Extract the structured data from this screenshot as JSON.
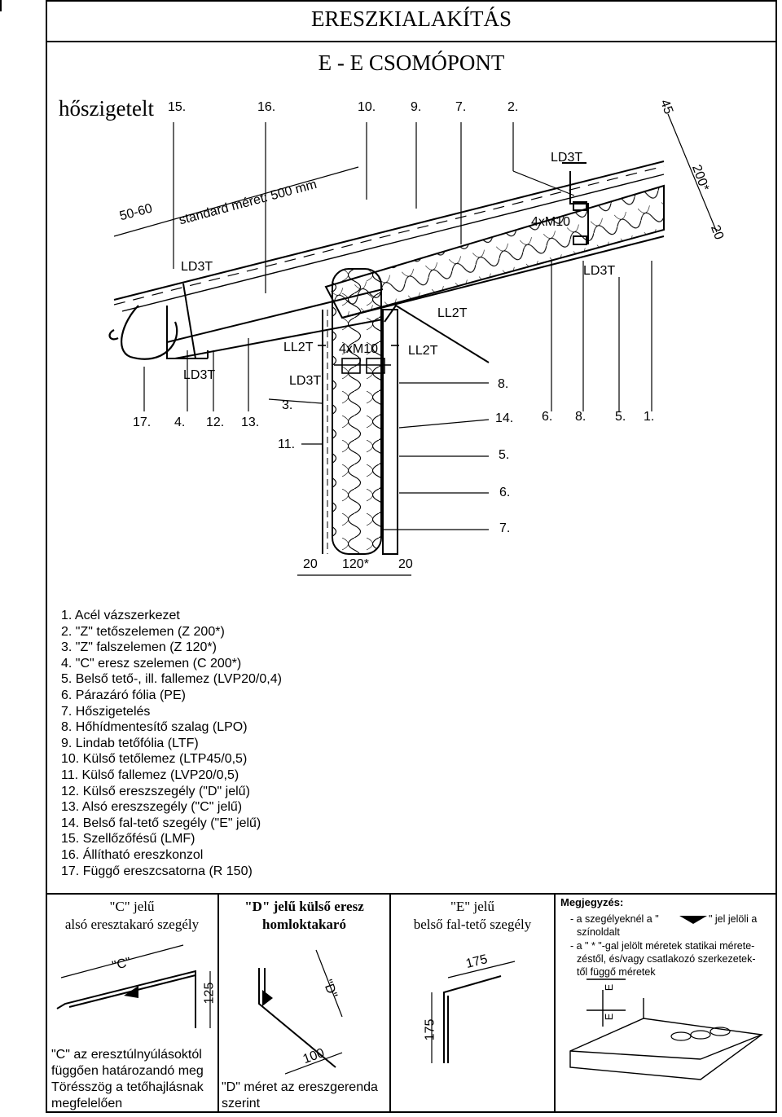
{
  "title": "ERESZKIALAKÍTÁS",
  "subtitle": "E - E  CSOMÓPONT",
  "hoszigetelt": "hőszigetelt",
  "top_numbers": [
    "15.",
    "16.",
    "10.",
    "9.",
    "7.",
    "2."
  ],
  "bottom_numbers_left": [
    "17.",
    "4.",
    "12.",
    "13."
  ],
  "mid_numbers": [
    "3.",
    "11."
  ],
  "right_numbers": [
    "8.",
    "14.",
    "5.",
    "6.",
    "7."
  ],
  "far_right_numbers": [
    "6.",
    "8.",
    "5.",
    "1."
  ],
  "labels": {
    "ld3t": "LD3T",
    "ll2t": "LL2T",
    "m10": "4xM10",
    "standard": "standard méret: 500 mm",
    "d5060": "50-60",
    "d45": "45",
    "d200": "200*",
    "d20": "20",
    "d120": "120*"
  },
  "legend": [
    "1.  Acél vázszerkezet",
    "2.  \"Z\" tetőszelemen (Z 200*)",
    "3.  \"Z\" falszelemen (Z 120*)",
    "4.  \"C\" eresz szelemen (C 200*)",
    "5.  Belső tető-, ill. fallemez (LVP20/0,4)",
    "6.  Párazáró fólia (PE)",
    "7.  Hőszigetelés",
    "8.  Hőhídmentesítő szalag (LPO)",
    "9.  Lindab tetőfólia (LTF)",
    "10. Külső tetőlemez (LTP45/0,5)",
    "11. Külső fallemez (LVP20/0,5)",
    "12. Külső ereszszegély (\"D\" jelű)",
    "13. Alsó ereszszegély (\"C\" jelű)",
    "14. Belső fal-tető szegély (\"E\" jelű)",
    "15. Szellőzőfésű (LMF)",
    "16. Állítható ereszkonzol",
    "17. Függő ereszcsatorna (R 150)"
  ],
  "box_c": {
    "title1": "\"C\" jelű",
    "title2": "alsó eresztakaró szegély",
    "dim_label": "\"C\"",
    "dim_125": "125",
    "note": [
      "\"C\" az eresztúlnyúlásoktól",
      "függően határozandó meg",
      "Törésszög a tetőhajlásnak",
      "megfelelően"
    ]
  },
  "box_d": {
    "title1": "\"D\" jelű külső eresz",
    "title2": "homloktakaró",
    "dim_label": "\"D\"",
    "dim_100": "100",
    "note": [
      "\"D\" méret az ereszgerenda",
      "szerint"
    ]
  },
  "box_e": {
    "title1": "\"E\" jelű",
    "title2": "belső fal-tető szegély",
    "dim_175a": "175",
    "dim_175b": "175"
  },
  "box_note": {
    "title": "Megjegyzés:",
    "lines": [
      "- a szegélyeknél a \"",
      "\" jel jelöli a",
      "színoldalt",
      "- a \" * \"-gal jelölt méretek statikai mérete-",
      "zéstől, és/vagy csatlakozó szerkezetek-",
      "től függő méretek"
    ],
    "e_mark": "E"
  }
}
